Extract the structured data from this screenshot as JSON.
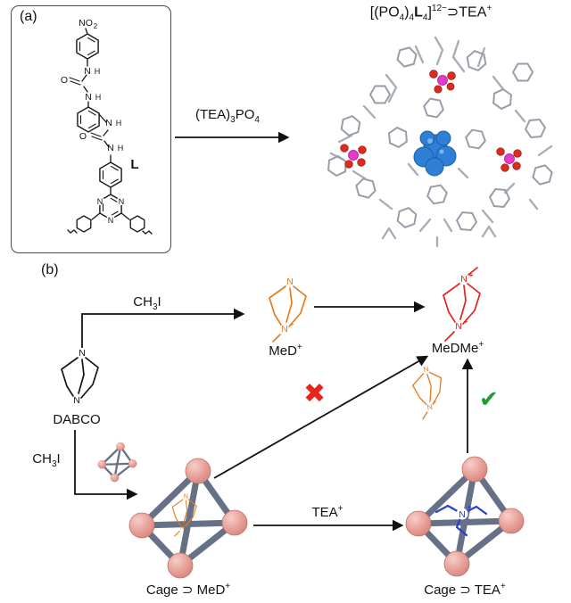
{
  "symbols": {
    "n": "N",
    "h": "H",
    "o": "O",
    "plus": "+",
    "no2_no": "NO",
    "no2_sub": "2",
    "ligand": "L"
  },
  "panel_a": {
    "label": "(a)",
    "reagent": {
      "p1": "(TEA)",
      "s1": "3",
      "p2": "PO",
      "s2": "4"
    },
    "product": {
      "p1": "[(PO",
      "s1": "4",
      "p2": ")",
      "s2": "4",
      "p3": "L",
      "s3": "4",
      "p4": "]",
      "sup1": "12−",
      "p5": "⊃TEA",
      "sup2": "+"
    }
  },
  "panel_b": {
    "label": "(b)",
    "dabco": "DABCO",
    "ch3i": {
      "p1": "CH",
      "s1": "3",
      "p2": "I"
    },
    "med": {
      "p1": "MeD",
      "sup": "+"
    },
    "medme": {
      "p1": "MeDMe",
      "sup": "+"
    },
    "tea": {
      "p1": "TEA",
      "sup": "+"
    },
    "cage_med": {
      "p1": "Cage ⊃ MeD",
      "sup": "+"
    },
    "cage_tea": {
      "p1": "Cage ⊃ TEA",
      "sup": "+"
    },
    "cross": "✖",
    "check": "✔"
  },
  "colors": {
    "med_orange": "#E87D1E",
    "medme_red": "#E3231A",
    "tea_blue": "#2840CC",
    "guest_spacefill_blue": "#2F7FD6",
    "phosphorus_magenta": "#E33ACB",
    "oxygen_red": "#E02A1F",
    "cage_sphere_pink": "#E49A92",
    "cage_edge_gray": "#667086",
    "cross_red": "#E8251C",
    "check_green": "#1E9E30"
  }
}
